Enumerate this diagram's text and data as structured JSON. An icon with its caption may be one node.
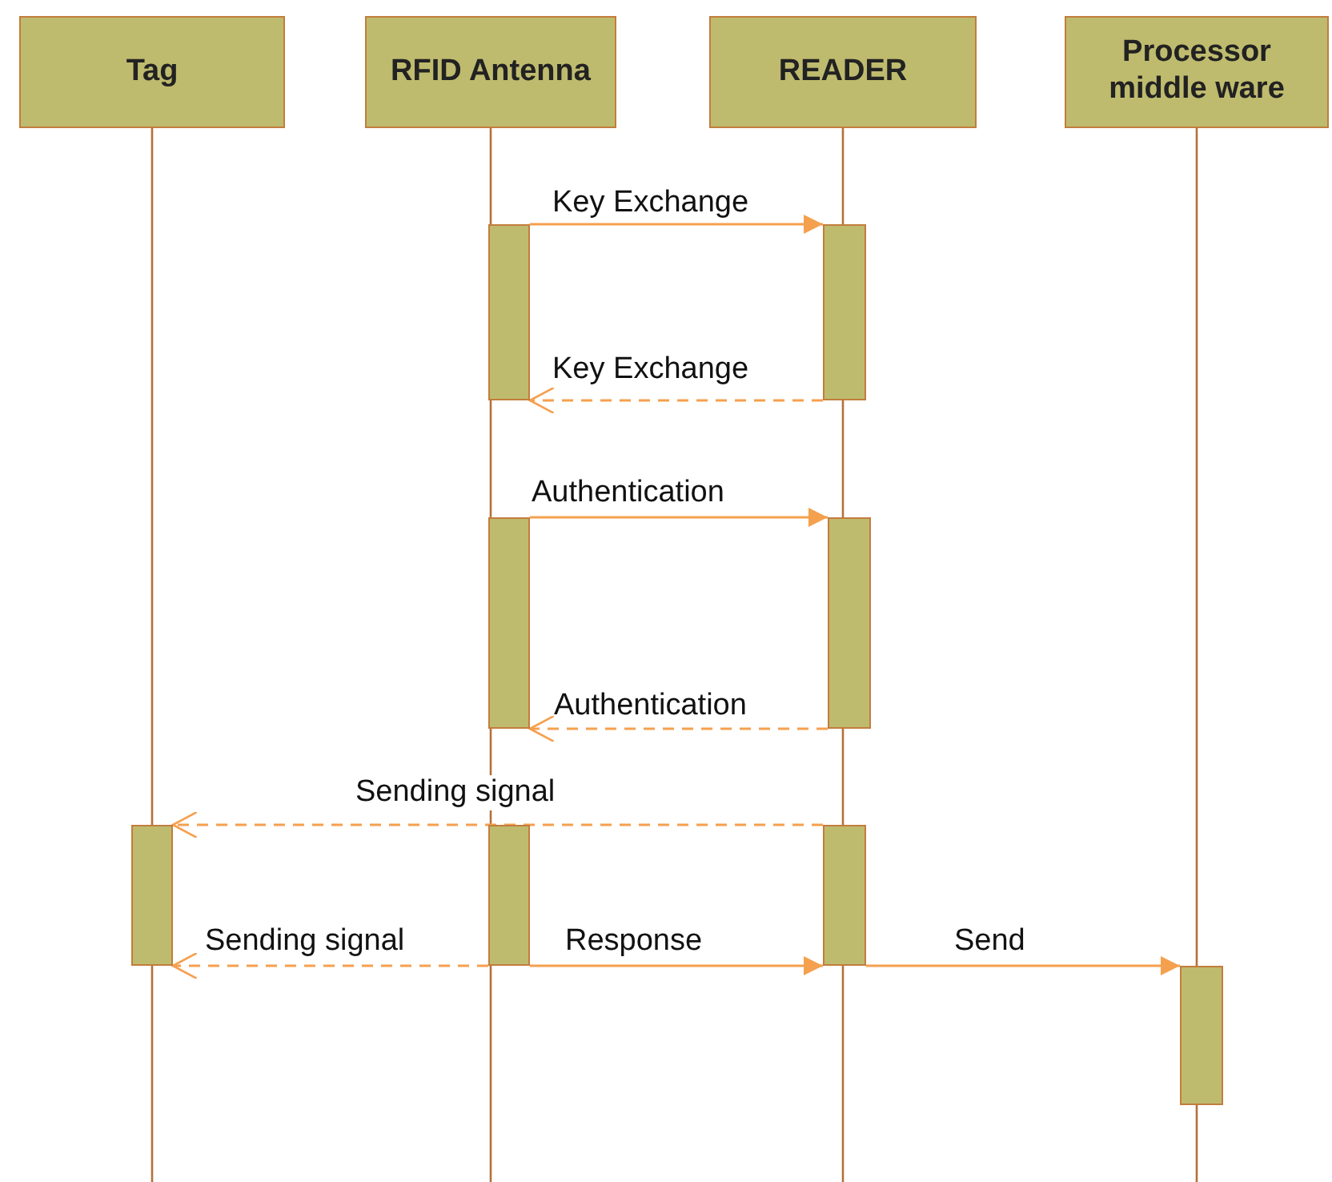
{
  "diagram": {
    "nodes": [
      {
        "text": [
          "Tag"
        ]
      },
      {
        "text": [
          "RFID Antenna"
        ]
      },
      {
        "text": [
          "READER"
        ]
      },
      {
        "text": [
          "Processor middle ware"
        ]
      },
      {
        "text": [],
        "shape": "bar"
      },
      {
        "text": [],
        "shape": "bar"
      },
      {
        "text": [],
        "shape": "bar"
      },
      {
        "text": [],
        "shape": "bar"
      },
      {
        "text": [],
        "shape": "bar"
      },
      {
        "text": [],
        "shape": "bar"
      },
      {
        "text": [],
        "shape": "bar"
      },
      {
        "text": [],
        "shape": "bar"
      }
    ],
    "edges": [
      {
        "from": 4,
        "to": 5,
        "arrow": "to",
        "label": "Key Exchange"
      },
      {
        "from": 5,
        "to": 4,
        "arrow": "to",
        "label": "Key Exchange",
        "style": "dashed"
      },
      {
        "from": 6,
        "to": 7,
        "arrow": "to",
        "label": "Authentication"
      },
      {
        "from": 7,
        "to": 6,
        "arrow": "to",
        "label": "Authentication",
        "style": "dashed"
      },
      {
        "from": 10,
        "to": 8,
        "arrow": "to",
        "label": "Sending signal",
        "style": "dashed"
      },
      {
        "from": 9,
        "to": 8,
        "arrow": "to",
        "label": "Sending signal",
        "style": "dashed"
      },
      {
        "from": 9,
        "to": 10,
        "arrow": "to",
        "label": "Response"
      },
      {
        "from": 10,
        "to": 11,
        "arrow": "to",
        "label": "Send"
      }
    ]
  }
}
